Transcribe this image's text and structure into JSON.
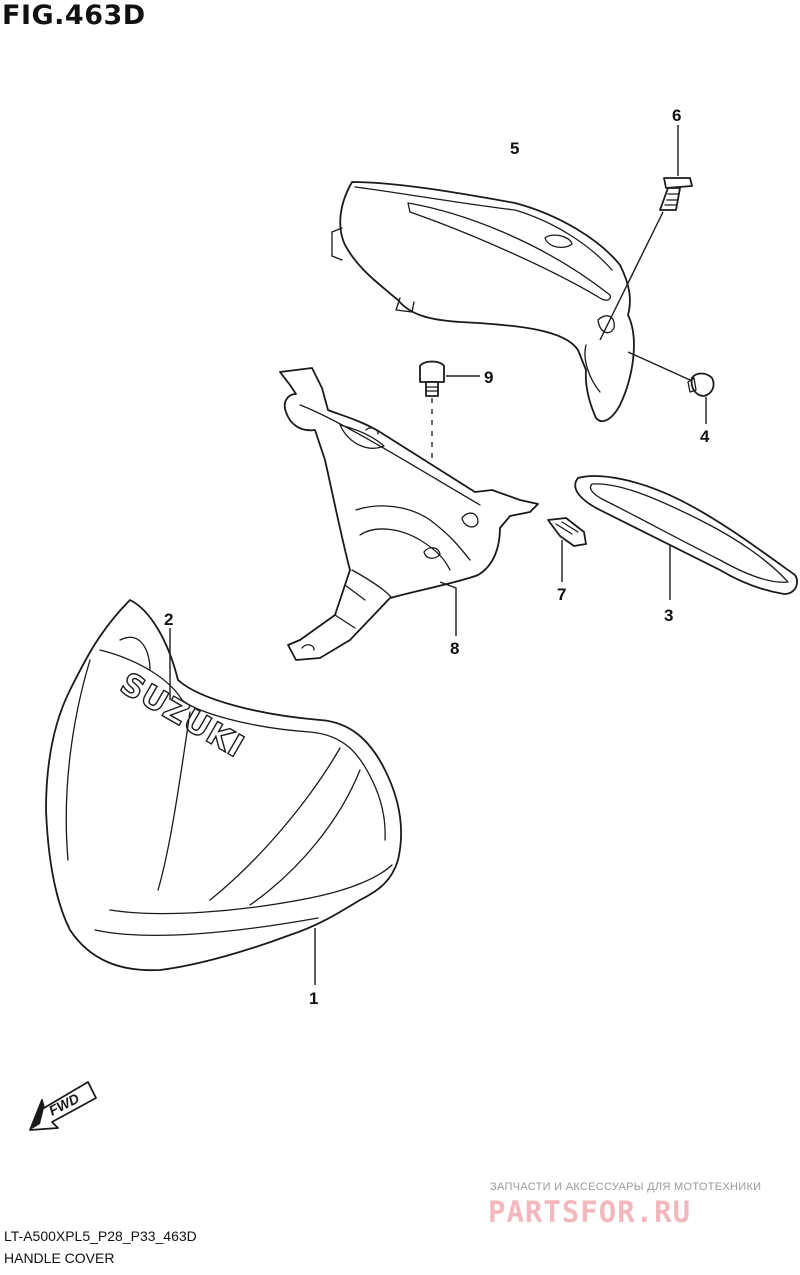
{
  "figure": {
    "title": "FIG.463D"
  },
  "callouts": [
    {
      "id": "callout-1",
      "label": "1"
    },
    {
      "id": "callout-2",
      "label": "2"
    },
    {
      "id": "callout-3",
      "label": "3"
    },
    {
      "id": "callout-4",
      "label": "4"
    },
    {
      "id": "callout-5",
      "label": "5"
    },
    {
      "id": "callout-6",
      "label": "6"
    },
    {
      "id": "callout-7",
      "label": "7"
    },
    {
      "id": "callout-8",
      "label": "8"
    },
    {
      "id": "callout-9",
      "label": "9"
    }
  ],
  "brand_marking": "SUZUKI",
  "direction_badge": "FWD",
  "watermark": {
    "caption": "ЗАПЧАСТИ И АКСЕССУАРЫ ДЛЯ МОТОТЕХНИКИ",
    "logo": "PARTSFOR.RU"
  },
  "footer": {
    "model_code": "LT-A500XPL5_P28_P33_463D",
    "diagram_name": "HANDLE COVER"
  }
}
